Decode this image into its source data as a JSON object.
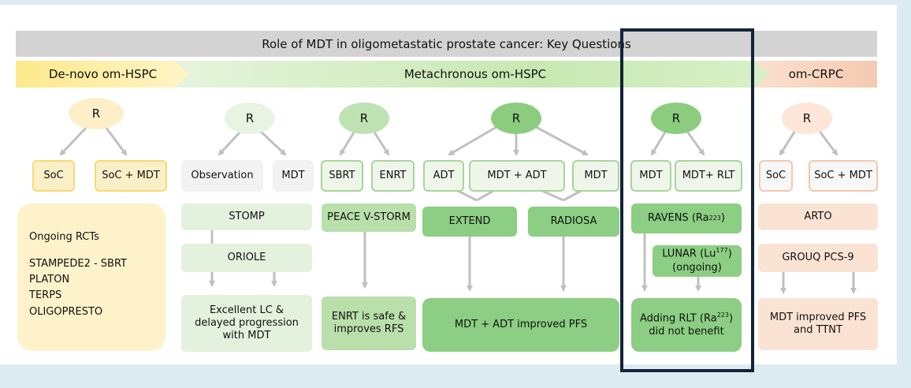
{
  "title": "Role of MDT in oligometastatic prostate cancer: Key Questions",
  "bands": {
    "denovo": "De-novo om-HSPC",
    "metachronous": "Metachronous om-HSPC",
    "crpc": "om-CRPC"
  },
  "r_label": "R",
  "col1": {
    "arm_a": "SoC",
    "arm_b": "SoC + MDT",
    "rct_heading": "Ongoing RCTs",
    "rct_items": [
      "STAMPEDE2 - SBRT",
      "PLATON",
      "TERPS",
      "OLIGOPRESTO"
    ]
  },
  "col2": {
    "arm_a": "Observation",
    "arm_b": "MDT",
    "trial_1": "STOMP",
    "trial_2": "ORIOLE",
    "result": "Excellent LC & delayed progression with MDT"
  },
  "col3": {
    "arm_a": "SBRT",
    "arm_b": "ENRT",
    "trial": "PEACE V-STORM",
    "result": "ENRT is safe & improves RFS"
  },
  "col4": {
    "arm_a": "ADT",
    "arm_b": "MDT + ADT",
    "arm_c": "MDT",
    "trial_1": "EXTEND",
    "trial_2": "RADIOSA",
    "result": "MDT + ADT improved PFS"
  },
  "col5": {
    "arm_a": "MDT",
    "arm_b": "MDT+ RLT",
    "trial_1_text": "RAVENS (Ra",
    "trial_1_sup": "223",
    "trial_1_end": ")",
    "trial_2_text": "LUNAR (Lu",
    "trial_2_sup": "177",
    "trial_2_end": ")",
    "trial_2_note": "(ongoing)",
    "result_text": "Adding RLT (Ra",
    "result_sup": "223",
    "result_end": ")",
    "result_line2": "did not benefit"
  },
  "col6": {
    "arm_a": "SoC",
    "arm_b": "SoC + MDT",
    "trial_1": "ARTO",
    "trial_2": "GROUQ PCS-9",
    "result": "MDT improved PFS and TTNT"
  },
  "colors": {
    "highlight_border": "#132338",
    "connector": "#c0c0c0"
  }
}
